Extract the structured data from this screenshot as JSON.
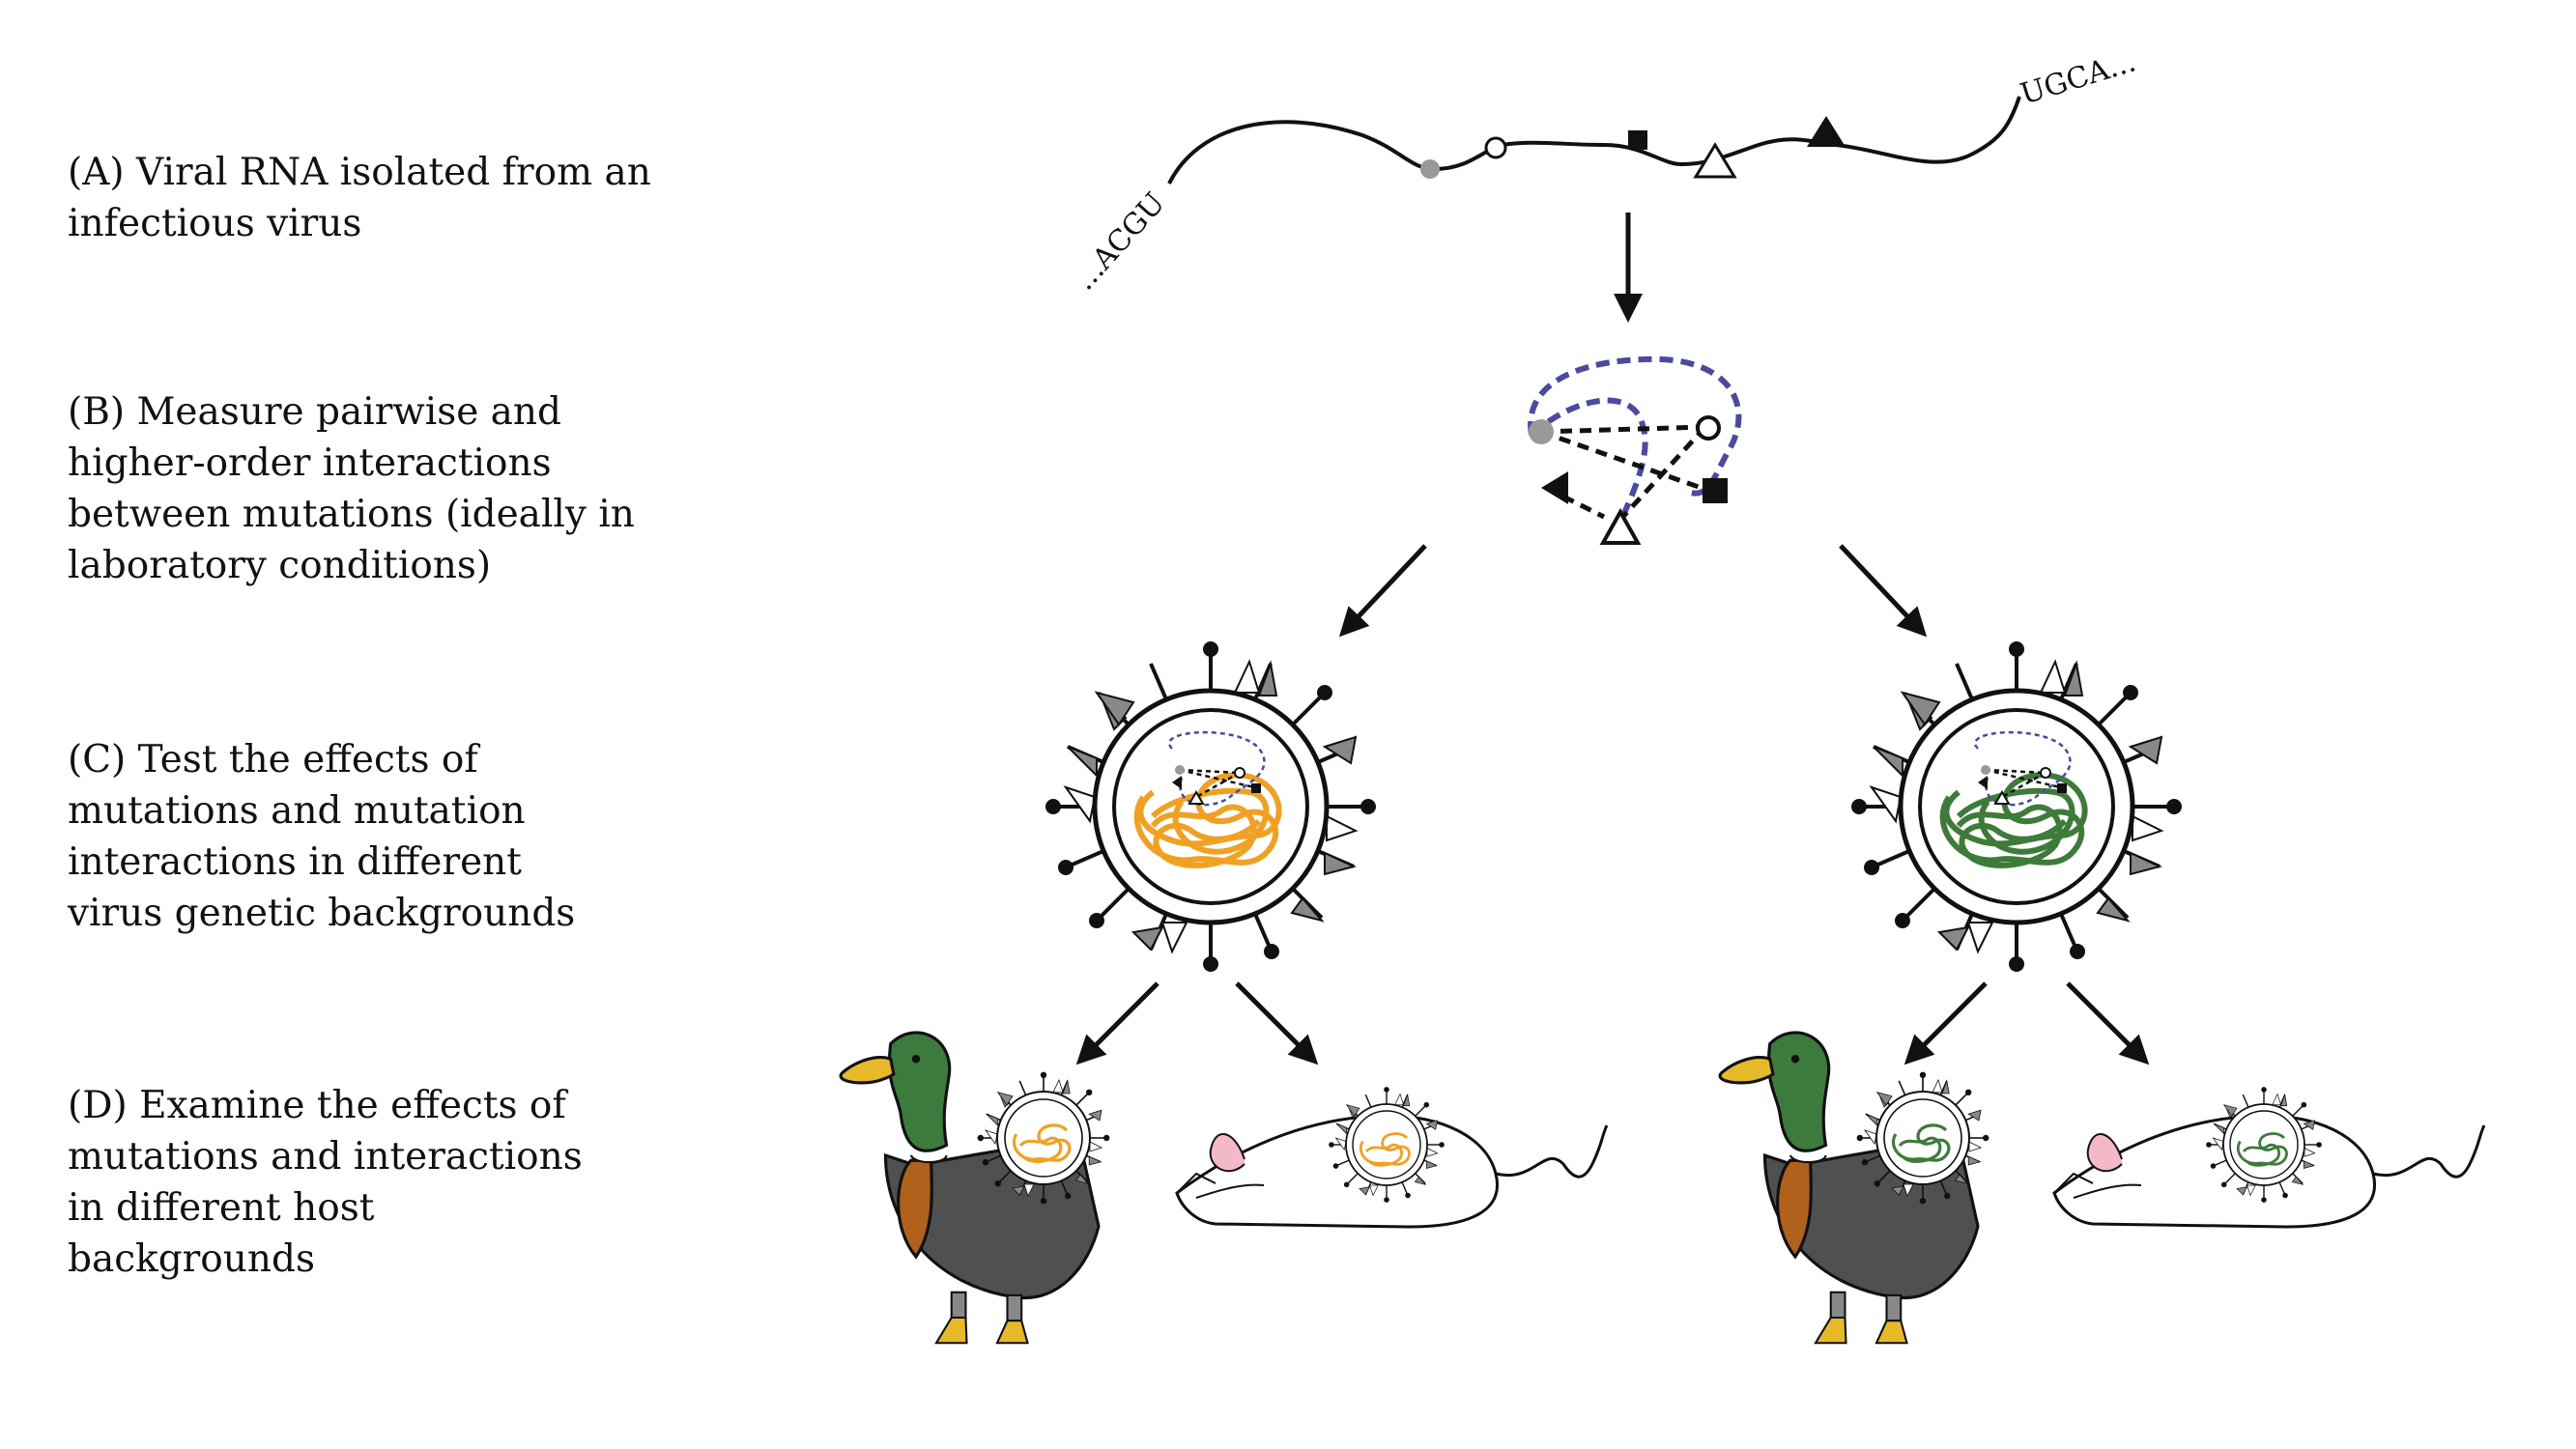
{
  "steps": {
    "a": "(A) Viral RNA isolated from an\ninfectious virus",
    "b": "(B) Measure pairwise and\nhigher-order interactions\nbetween mutations (ideally in\nlaboratory conditions)",
    "c": "(C) Test the effects of\nmutations and mutation\ninteractions in different\nvirus genetic backgrounds",
    "d": "(D) Examine the effects of\nmutations and interactions\nin different host\nbackgrounds"
  },
  "rna": {
    "left_label": "...ACGU",
    "right_label": "UGCA..."
  },
  "colors": {
    "ink": "#111111",
    "interaction_loop": "#4a4a9e",
    "mutation_grey": "#999999",
    "genome_background_1": "#f0a124",
    "genome_background_2": "#3e7b3a",
    "duck_head": "#3d7a3e",
    "duck_body": "#4f5150",
    "duck_chest": "#b0611c",
    "duck_bill": "#e6b928",
    "duck_feet": "#e6b928",
    "mouse_ear": "#f3b9c9"
  },
  "icons": [
    "arrow-icon",
    "virus-icon",
    "duck-icon",
    "mouse-icon",
    "circle-mutation-icon",
    "square-mutation-icon",
    "triangle-mutation-icon"
  ]
}
